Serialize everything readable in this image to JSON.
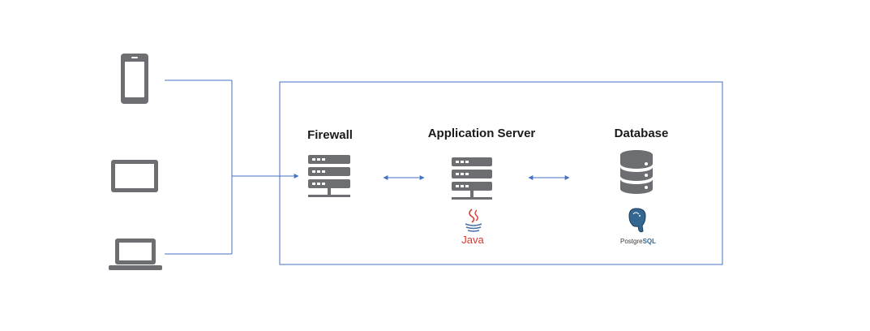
{
  "nodes": {
    "firewall": {
      "label": "Firewall"
    },
    "app_server": {
      "label": "Application Server",
      "tech_logo": {
        "name": "java-logo-icon",
        "text": "Java"
      }
    },
    "database": {
      "label": "Database",
      "tech_logo": {
        "name": "postgresql-logo-icon",
        "text_main": "Postgre",
        "text_accent": "SQL"
      }
    }
  },
  "clients": [
    {
      "name": "phone-icon"
    },
    {
      "name": "tablet-icon"
    },
    {
      "name": "laptop-icon"
    }
  ],
  "colors": {
    "connector": "#4472c4",
    "icon_gray": "#6d6e71",
    "java_red": "#d8382e",
    "java_blue": "#4a6fa5",
    "postgres_blue": "#336791"
  }
}
